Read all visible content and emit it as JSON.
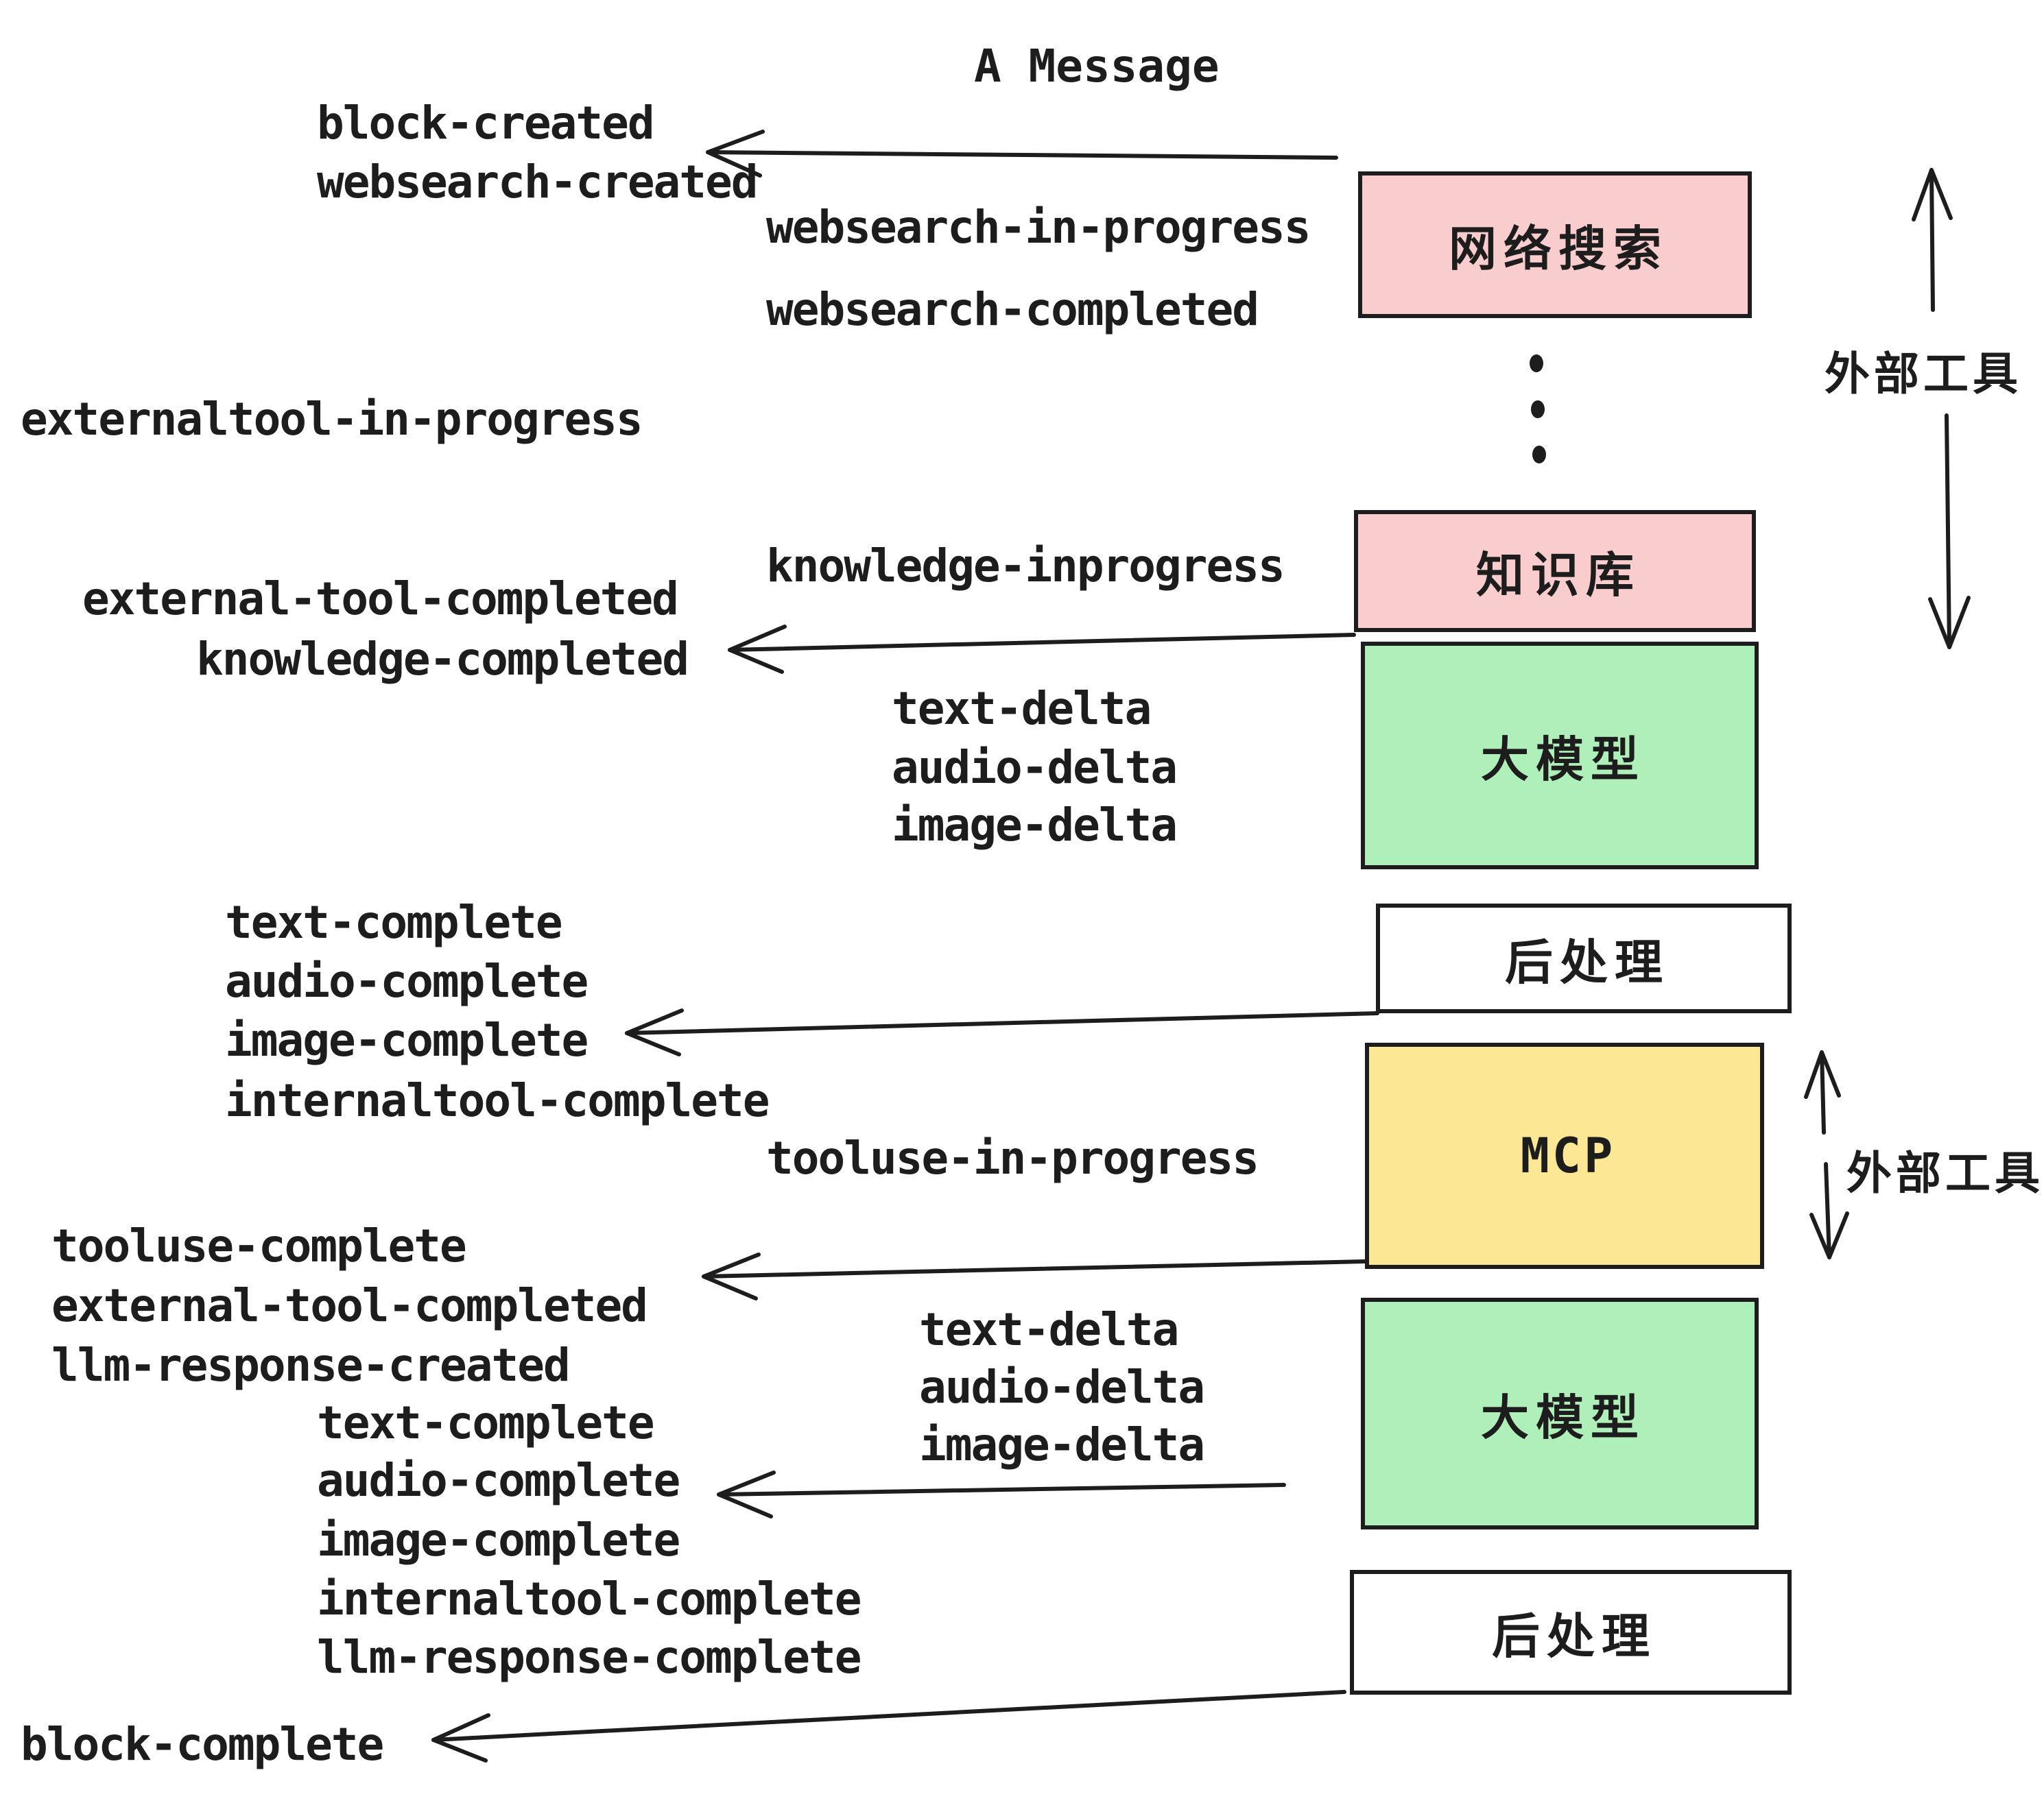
{
  "title": "A Message",
  "colors": {
    "pink": "#F9CDCD",
    "green": "#AFF0BA",
    "yellow": "#FCE794",
    "white": "#FFFFFF",
    "ink": "#1D1D1D"
  },
  "boxes": {
    "websearch": "网络搜索",
    "knowledge": "知识库",
    "llm1": "大模型",
    "post1": "后处理",
    "mcp": "MCP",
    "llm2": "大模型",
    "post2": "后处理"
  },
  "side_labels": {
    "external_tools_top": "外部工具",
    "external_tools_mcp": "外部工具"
  },
  "events": {
    "block_created": "block-created",
    "websearch_created": "websearch-created",
    "websearch_in_progress": "websearch-in-progress",
    "websearch_completed": "websearch-completed",
    "externaltool_in_progress": "externaltool-in-progress",
    "knowledge_inprogress": "knowledge-inprogress",
    "external_tool_completed_1": "external-tool-completed",
    "knowledge_completed": "knowledge-completed",
    "text_delta_1": "text-delta",
    "audio_delta_1": "audio-delta",
    "image_delta_1": "image-delta",
    "text_complete_1": "text-complete",
    "audio_complete_1": "audio-complete",
    "image_complete_1": "image-complete",
    "internaltool_complete_1": "internaltool-complete",
    "tooluse_in_progress": "tooluse-in-progress",
    "tooluse_complete": "tooluse-complete",
    "external_tool_completed_2": "external-tool-completed",
    "llm_response_created": "llm-response-created",
    "text_delta_2": "text-delta",
    "audio_delta_2": "audio-delta",
    "image_delta_2": "image-delta",
    "text_complete_2": "text-complete",
    "audio_complete_2": "audio-complete",
    "image_complete_2": "image-complete",
    "internaltool_complete_2": "internaltool-complete",
    "llm_response_complete": "llm-response-complete",
    "block_complete": "block-complete"
  }
}
